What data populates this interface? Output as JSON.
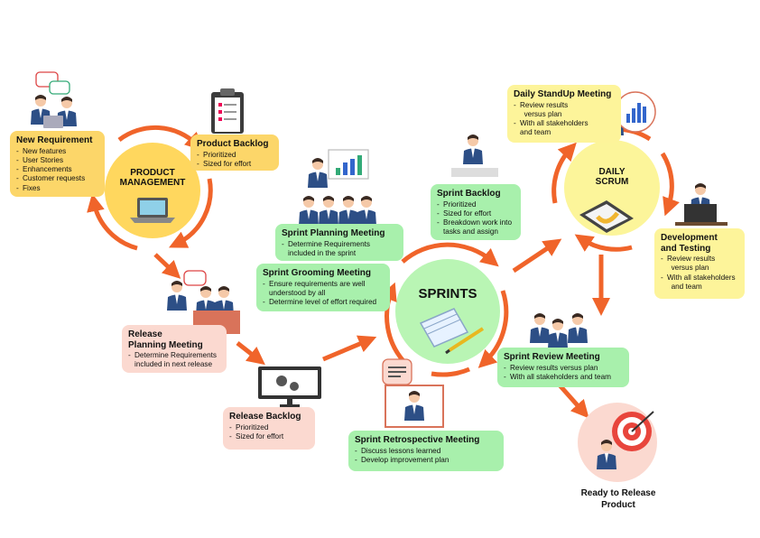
{
  "hubs": {
    "product_management": "PRODUCT\nMANAGEMENT",
    "sprints": "SPRINTS",
    "daily_scrum": "DAILY\nSCRUM"
  },
  "boxes": {
    "new_requirement": {
      "title": "New Requirement",
      "items": [
        "New features",
        "User Stories",
        "Enhancements",
        "Customer requests",
        "Fixes"
      ]
    },
    "product_backlog": {
      "title": "Product Backlog",
      "items": [
        "Prioritized",
        "Sized for effort"
      ]
    },
    "release_planning": {
      "title": "Release\nPlanning Meeting",
      "items": [
        "Determine Requirements\nincluded in next release"
      ]
    },
    "release_backlog": {
      "title": "Release Backlog",
      "items": [
        "Prioritized",
        "Sized for effort"
      ]
    },
    "sprint_planning": {
      "title": "Sprint Planning Meeting",
      "items": [
        "Determine Requirements\nincluded in the sprint"
      ]
    },
    "sprint_grooming": {
      "title": "Sprint Grooming Meeting",
      "items": [
        "Ensure requirements are well\nunderstood by all",
        "Determine level of effort required"
      ]
    },
    "sprint_backlog": {
      "title": "Sprint Backlog",
      "items": [
        "Prioritized",
        "Sized for effort",
        "Breakdown work into\ntasks and assign"
      ]
    },
    "sprint_retrospective": {
      "title": "Sprint Retrospective Meeting",
      "items": [
        "Discuss lessons learned",
        "Develop improvement plan"
      ]
    },
    "daily_standup": {
      "title": "Daily StandUp Meeting",
      "items": [
        "Review results\n  versus plan",
        "With all stakeholders\nand team"
      ]
    },
    "development_testing": {
      "title": "Development\nand Testing",
      "items": [
        "Review results\n  versus plan",
        "With all stakeholders\n  and team"
      ]
    },
    "sprint_review": {
      "title": "Sprint Review Meeting",
      "items": [
        "Review results versus plan",
        "With all stakeholders and team"
      ]
    }
  },
  "final": {
    "label": "Ready to Release\nProduct"
  },
  "colors": {
    "arrow": "#f0642a",
    "hub_yellow": "#ffd75e",
    "hub_green": "#b9f5b4",
    "hub_lyellow": "#fcf59a",
    "suit": "#2d4f86",
    "skin": "#f5c9a8"
  },
  "icons": {
    "people": "business-person-icon",
    "laptop": "laptop-icon",
    "clipboard": "clipboard-icon",
    "notebook": "notebook-pencil-icon",
    "target": "target-arrow-icon",
    "chat": "speech-bubble-icon"
  }
}
